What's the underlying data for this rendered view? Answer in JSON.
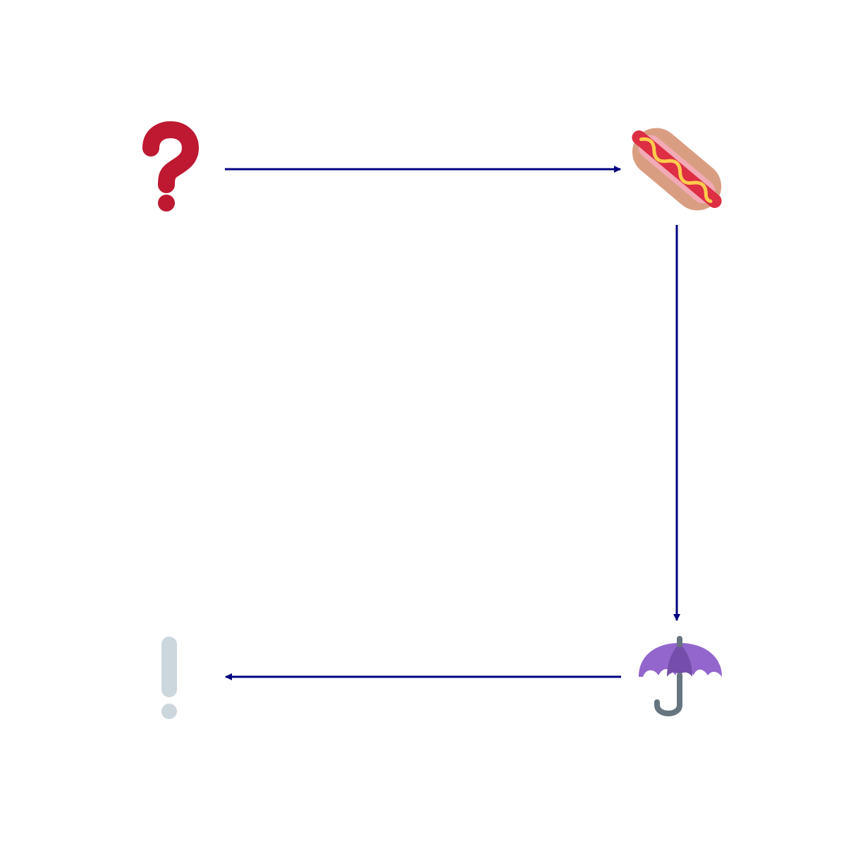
{
  "diagram": {
    "type": "flow-cycle",
    "nodes": [
      {
        "id": "question",
        "icon": "red-question-mark-icon"
      },
      {
        "id": "hotdog",
        "icon": "hot-dog-icon"
      },
      {
        "id": "umbrella",
        "icon": "umbrella-icon"
      },
      {
        "id": "exclamation",
        "icon": "white-exclamation-mark-icon"
      }
    ],
    "edges": [
      {
        "from": "question",
        "to": "hotdog"
      },
      {
        "from": "hotdog",
        "to": "umbrella"
      },
      {
        "from": "umbrella",
        "to": "exclamation"
      }
    ],
    "colors": {
      "arrow": "#000080",
      "question": "#be1931",
      "hotdog_bun": "#d99e82",
      "hotdog_sausage": "#dd2e44",
      "hotdog_mustard": "#ffcc4d",
      "umbrella_canopy_light": "#9266cc",
      "umbrella_canopy_dark": "#744eaa",
      "umbrella_handle": "#66757f",
      "exclamation": "#ccd6dd"
    }
  }
}
